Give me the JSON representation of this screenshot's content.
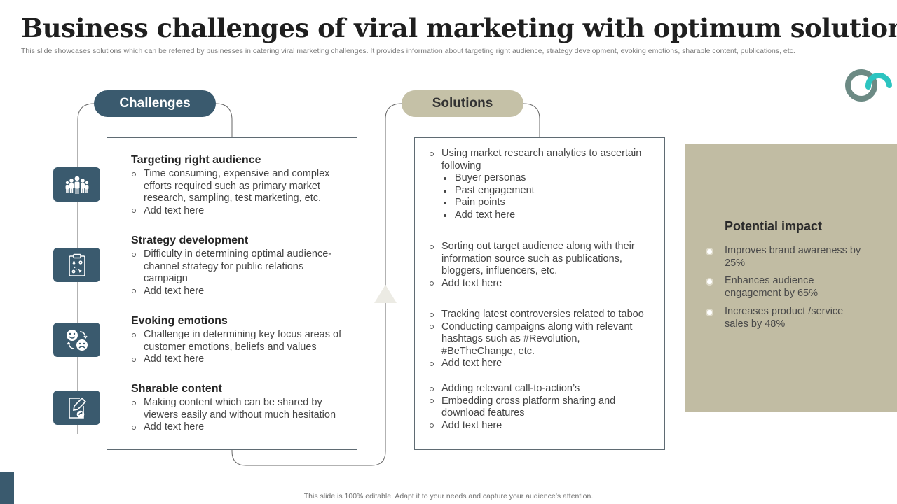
{
  "title": "Business challenges of viral marketing with optimum solutions",
  "subtitle": "This slide showcases solutions which can be referred by businesses in catering viral marketing challenges. It provides information about targeting right audience, strategy development, evoking emotions, sharable content, publications, etc.",
  "colors": {
    "accent": "#3a5a6e",
    "sand": "#c5c1a7",
    "impact_bg": "#c1bca3",
    "logo_grey": "#6c8a84",
    "logo_teal": "#2cc4c0"
  },
  "challenges": {
    "header": "Challenges",
    "items": [
      {
        "icon": "team-icon",
        "title": "Targeting right audience",
        "bullets": [
          "Time consuming, expensive and complex efforts required such as primary market research, sampling, test marketing, etc.",
          "Add text here"
        ]
      },
      {
        "icon": "strategy-board-icon",
        "title": "Strategy development",
        "bullets": [
          "Difficulty in determining optimal audience-channel strategy for public relations campaign",
          "Add text here"
        ]
      },
      {
        "icon": "emotions-icon",
        "title": "Evoking emotions",
        "bullets": [
          "Challenge in determining key focus areas of customer emotions, beliefs and values",
          "Add text here"
        ]
      },
      {
        "icon": "share-content-icon",
        "title": "Sharable content",
        "bullets": [
          "Making content which can be shared by viewers easily and without much hesitation",
          "Add text here"
        ]
      }
    ]
  },
  "solutions": {
    "header": "Solutions",
    "group1": {
      "intro": "Using market research analytics to ascertain following",
      "subs": [
        "Buyer personas",
        "Past engagement",
        "Pain points",
        "Add text here"
      ]
    },
    "group2": [
      "Sorting out target audience along with their information source such as publications, bloggers, influencers, etc.",
      "Add text here"
    ],
    "group3": [
      "Tracking latest controversies related to taboo",
      "Conducting campaigns along with relevant hashtags such as #Revolution, #BeTheChange, etc.",
      "Add text here"
    ],
    "group4": [
      "Adding relevant call-to-action’s",
      "Embedding cross platform sharing and download features",
      "Add text here"
    ]
  },
  "impact": {
    "title": "Potential impact",
    "items": [
      "Improves brand awareness by 25%",
      "Enhances audience engagement by 65%",
      "Increases product /service sales by 48%"
    ]
  },
  "footer": "This slide is 100% editable. Adapt it to your needs and capture your audience’s attention."
}
